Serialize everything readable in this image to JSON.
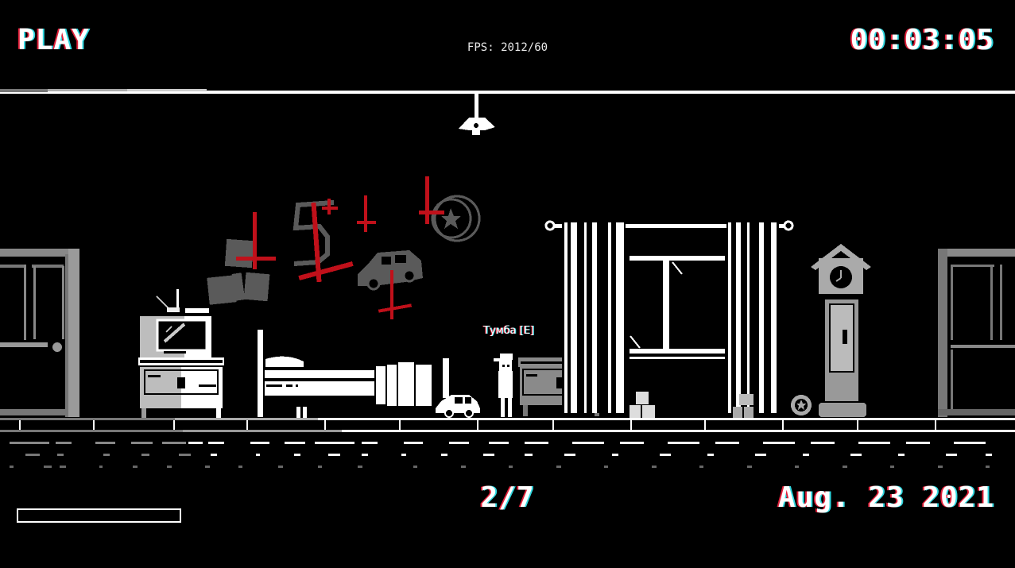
{
  "hud": {
    "mode_label": "PLAY",
    "fps_label": "FPS: 2012/60",
    "timer": "00:03:05",
    "counter": "2/7",
    "date": "Aug. 23 2021",
    "progress_percent": 0
  },
  "scene": {
    "interaction_prompt": "Тумба [E]",
    "objects": [
      {
        "name": "left-door"
      },
      {
        "name": "ceiling-lamp"
      },
      {
        "name": "television"
      },
      {
        "name": "tv-cabinet"
      },
      {
        "name": "bed"
      },
      {
        "name": "toy-car"
      },
      {
        "name": "player-character"
      },
      {
        "name": "nightstand"
      },
      {
        "name": "window-with-curtains"
      },
      {
        "name": "boxes"
      },
      {
        "name": "toy-ball"
      },
      {
        "name": "grandfather-clock"
      },
      {
        "name": "right-door"
      }
    ],
    "wall_drawings": [
      "blocks",
      "number-5",
      "car",
      "ball"
    ]
  },
  "colors": {
    "background": "#000000",
    "foreground": "#ffffff",
    "gray": "#8a8a8a",
    "dark_gray": "#5a5a5a",
    "blood_red": "#c0101a",
    "aberration_red": "#e0203a",
    "aberration_cyan": "#30d8e0"
  }
}
